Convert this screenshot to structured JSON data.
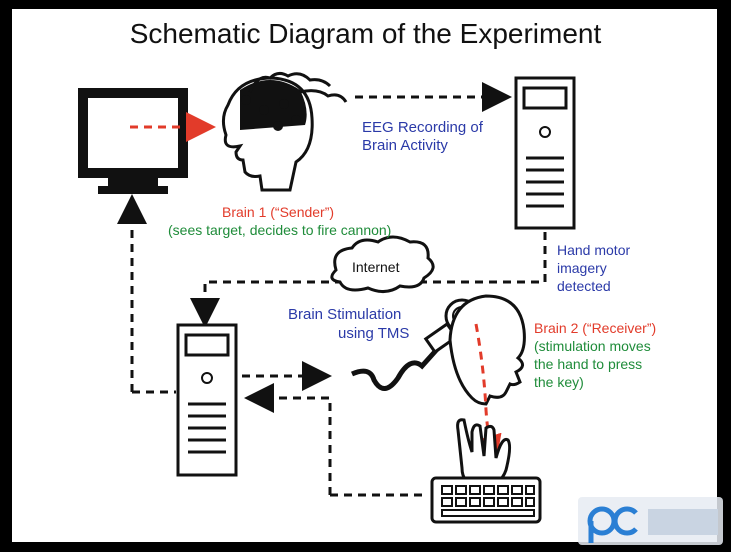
{
  "title": "Schematic Diagram of the Experiment",
  "labels": {
    "eeg_line1": "EEG Recording of",
    "eeg_line2": "Brain Activity",
    "brain1_title": "Brain 1 (“Sender”)",
    "brain1_desc": "(sees target, decides to fire cannon)",
    "internet": "Internet",
    "hand_motor_1": "Hand motor",
    "hand_motor_2": "imagery",
    "hand_motor_3": "detected",
    "tms_line1": "Brain Stimulation",
    "tms_line2": "using TMS",
    "brain2_title": "Brain 2 (“Receiver”)",
    "brain2_desc1": "(stimulation moves",
    "brain2_desc2": "the hand to press",
    "brain2_desc3": "the key)"
  },
  "colors": {
    "blue": "#2b3aa8",
    "red": "#e23b2a",
    "green": "#1f8c3a",
    "black": "#111111"
  },
  "watermark": {
    "text": "pc"
  }
}
